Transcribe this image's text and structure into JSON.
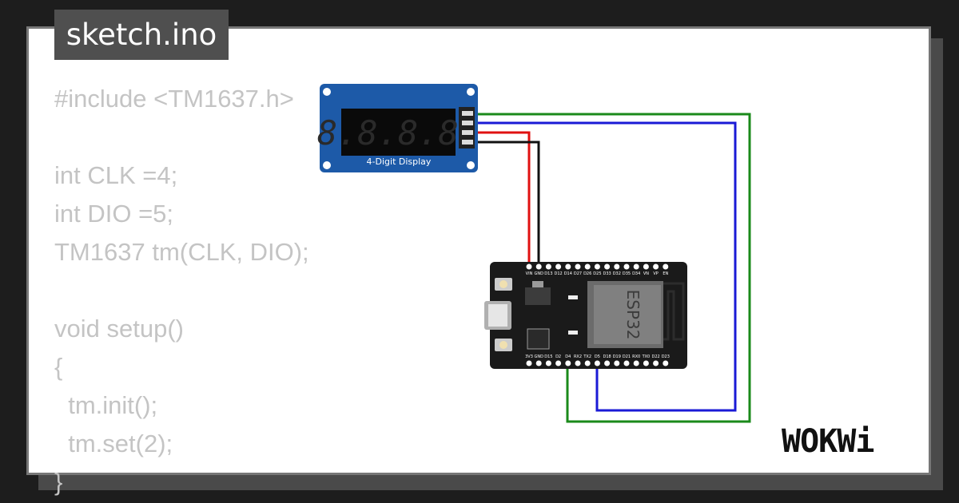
{
  "title": "sketch.ino",
  "code_lines": [
    "#include <TM1637.h>",
    "",
    "int CLK =4;",
    "int DIO =5;",
    "TM1637 tm(CLK, DIO);",
    "",
    "void setup()",
    "{",
    "  tm.init();",
    "  tm.set(2);",
    "}"
  ],
  "display": {
    "label": "4-Digit Display",
    "digits": "8.8.8.8."
  },
  "board": {
    "chip_label": "ESP32",
    "top_pins": [
      "VIN",
      "GND",
      "D13",
      "D12",
      "D14",
      "D27",
      "D26",
      "D25",
      "D33",
      "D32",
      "D35",
      "D34",
      "VN",
      "VP",
      "EN"
    ],
    "bottom_pins": [
      "3V3",
      "GND",
      "D15",
      "D2",
      "D4",
      "RX2",
      "TX2",
      "D5",
      "D18",
      "D19",
      "D21",
      "RX0",
      "TX0",
      "D22",
      "D23"
    ]
  },
  "wires": {
    "clk_color": "#1a8a1a",
    "dio_color": "#1a1ad6",
    "vcc_color": "#e01010",
    "gnd_color": "#111111"
  },
  "logo_text": "WOKWi",
  "colors": {
    "display_blue": "#1d5aa8",
    "board_black": "#1a1a1a",
    "chip_gray": "#808080"
  }
}
